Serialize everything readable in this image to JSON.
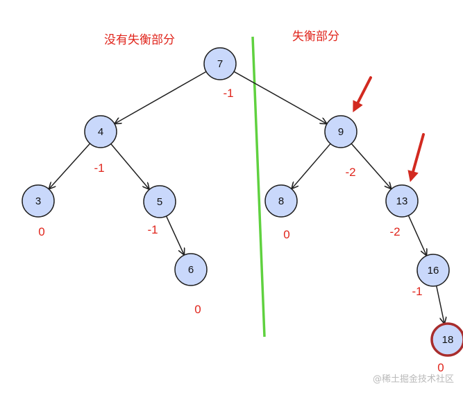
{
  "headings": {
    "left": "没有失衡部分",
    "right": "失衡部分"
  },
  "nodes": [
    {
      "id": "n7",
      "label": "7",
      "balance": "-1"
    },
    {
      "id": "n4",
      "label": "4",
      "balance": "-1"
    },
    {
      "id": "n3",
      "label": "3",
      "balance": "0"
    },
    {
      "id": "n5",
      "label": "5",
      "balance": "-1"
    },
    {
      "id": "n6",
      "label": "6",
      "balance": "0"
    },
    {
      "id": "n9",
      "label": "9",
      "balance": "-2"
    },
    {
      "id": "n8",
      "label": "8",
      "balance": "0"
    },
    {
      "id": "n13",
      "label": "13",
      "balance": "-2"
    },
    {
      "id": "n16",
      "label": "16",
      "balance": "-1"
    },
    {
      "id": "n18",
      "label": "18",
      "balance": "0",
      "highlight": true
    }
  ],
  "edges": [
    [
      "n7",
      "n4"
    ],
    [
      "n7",
      "n9"
    ],
    [
      "n4",
      "n3"
    ],
    [
      "n4",
      "n5"
    ],
    [
      "n5",
      "n6"
    ],
    [
      "n9",
      "n8"
    ],
    [
      "n9",
      "n13"
    ],
    [
      "n13",
      "n16"
    ],
    [
      "n16",
      "n18"
    ]
  ],
  "unbalanced_markers": [
    "n9",
    "n13"
  ],
  "colors": {
    "node_fill": "#c9d8fb",
    "node_stroke": "#1f1f1f",
    "highlight_stroke": "#a82d2d",
    "balance_text": "#e0251c",
    "divider": "#5fd13f",
    "marker_arrow": "#d22a20"
  },
  "watermark": "@稀土掘金技术社区"
}
